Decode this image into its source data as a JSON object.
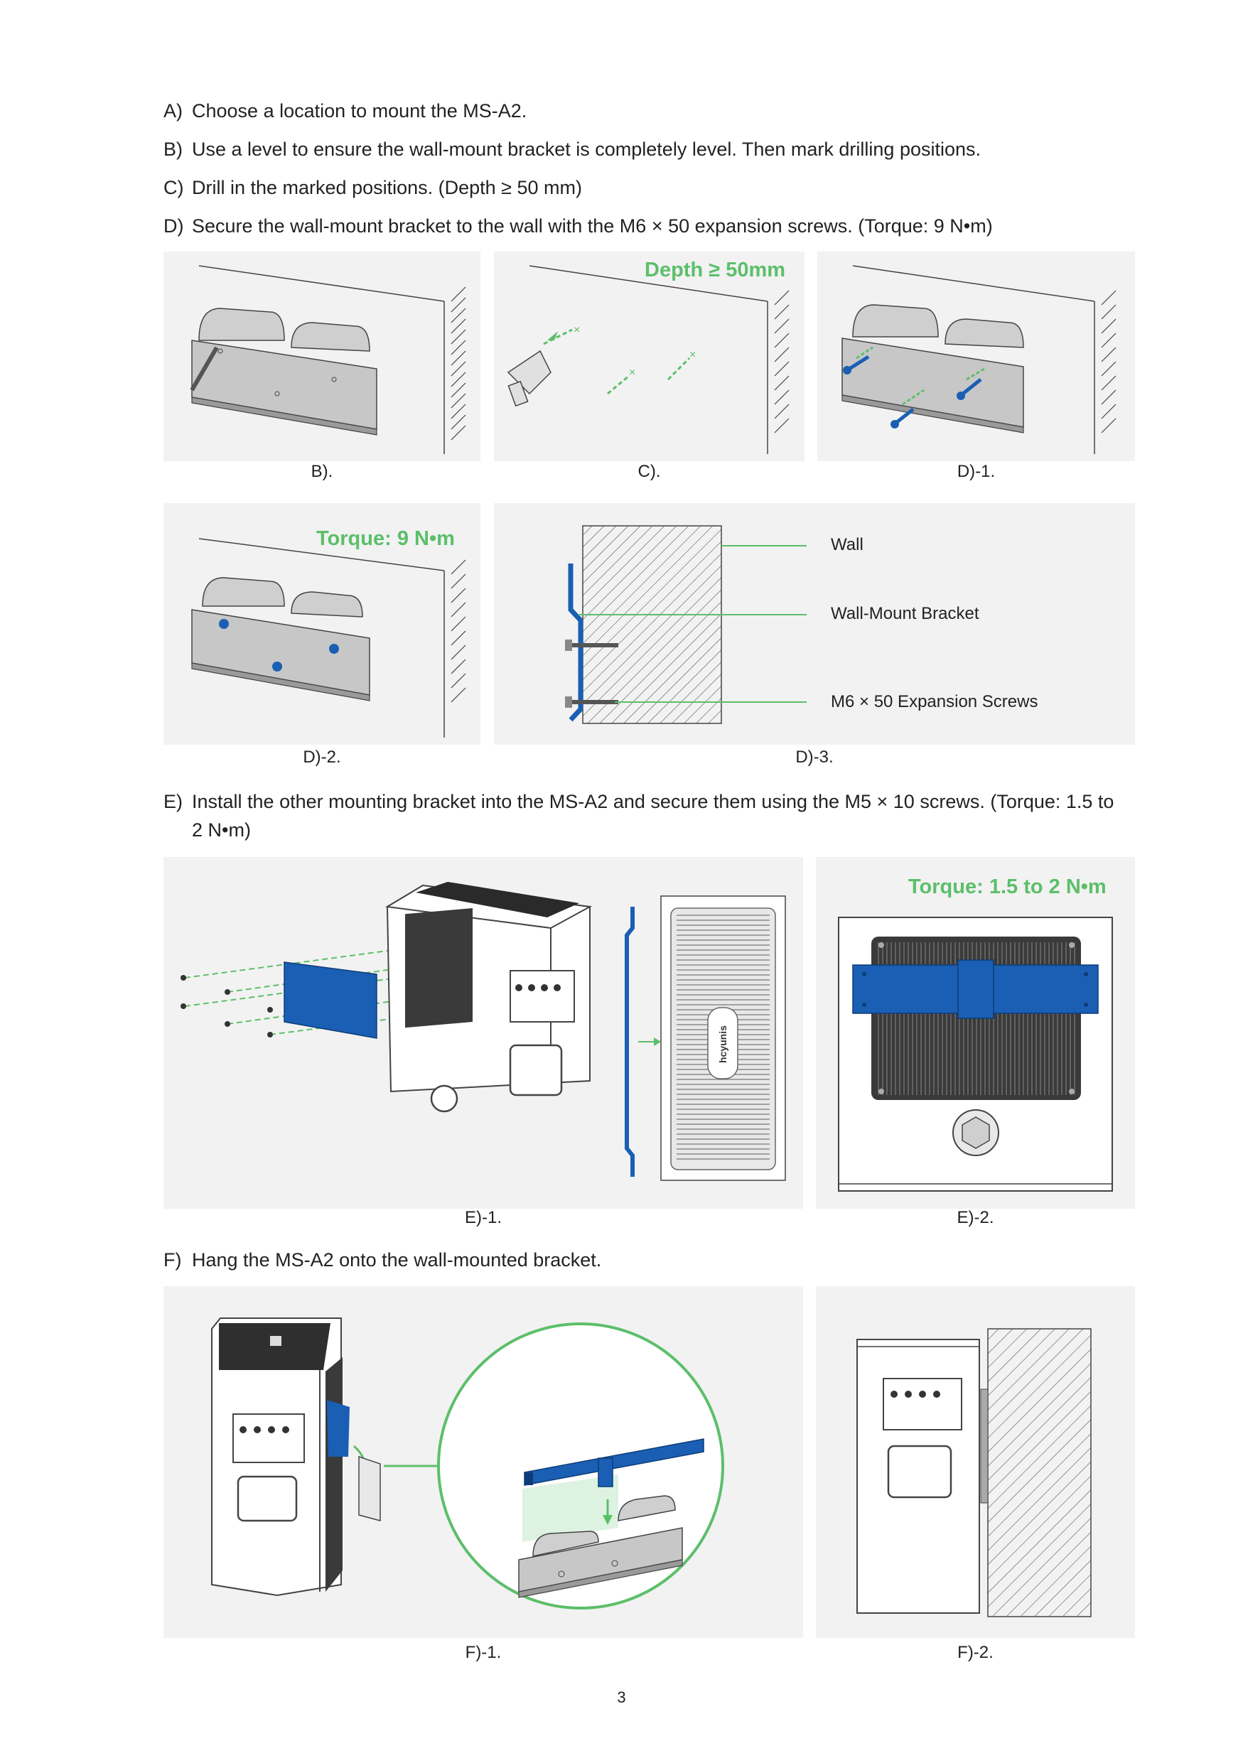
{
  "steps": {
    "a": {
      "letter": "A)",
      "text": "Choose a location to mount the MS-A2."
    },
    "b": {
      "letter": "B)",
      "text": "Use a level to ensure the wall-mount bracket is completely level. Then mark drilling positions."
    },
    "c": {
      "letter": "C)",
      "text": "Drill in the marked positions.  (Depth ≥ 50 mm)"
    },
    "d": {
      "letter": "D)",
      "text": "Secure the wall-mount bracket to the wall with the M6 × 50 expansion screws.  (Torque: 9 N•m)"
    },
    "e": {
      "letter": "E)",
      "text": "Install the other mounting bracket into the MS-A2 and secure them using the M5 × 10 screws. (Torque: 1.5 to",
      "text_cont": "2 N•m)"
    },
    "f": {
      "letter": "F)",
      "text": "Hang the MS-A2 onto the wall-mounted bracket."
    }
  },
  "figures": {
    "b": {
      "caption": "B)."
    },
    "c": {
      "caption": "C).",
      "label": "Depth ≥ 50mm"
    },
    "d1": {
      "caption": "D)-1."
    },
    "d2": {
      "caption": "D)-2.",
      "label": "Torque: 9 N•m"
    },
    "d3": {
      "caption": "D)-3.",
      "callouts": [
        "Wall",
        "Wall-Mount Bracket",
        "M6 × 50 Expansion Screws"
      ]
    },
    "e1": {
      "caption": "E)-1.",
      "logo_text": "hcyunis"
    },
    "e2": {
      "caption": "E)-2.",
      "label": "Torque: 1.5 to 2 N•m"
    },
    "f1": {
      "caption": "F)-1."
    },
    "f2": {
      "caption": "F)-2."
    }
  },
  "page_number": "3",
  "colors": {
    "accent_green": "#5cbf6a",
    "bracket_blue": "#1a5fb4",
    "panel_bg": "#f2f2f2"
  }
}
